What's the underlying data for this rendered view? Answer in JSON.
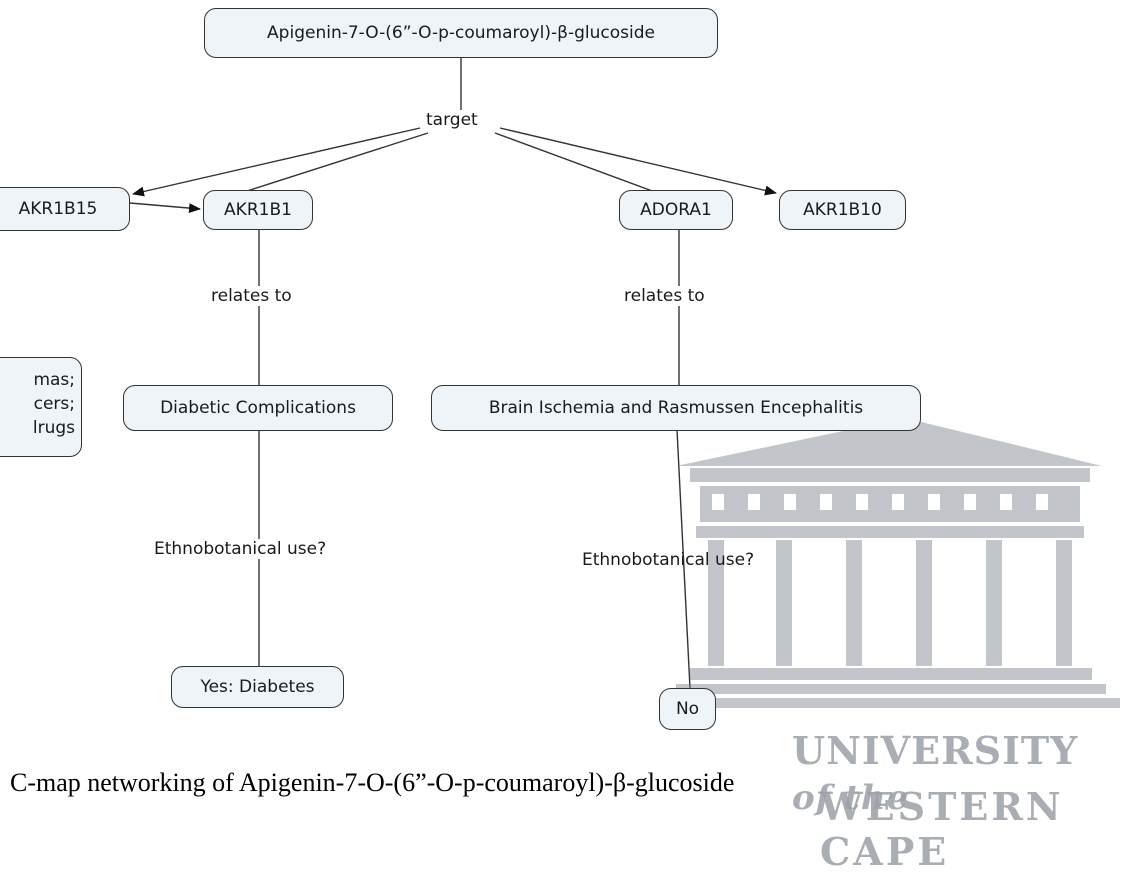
{
  "nodes": {
    "root": "Apigenin-7-O-(6”-O-p-coumaroyl)-β-glucoside",
    "akr1b15": "AKR1B15",
    "akr1b1": "AKR1B1",
    "adora1": "ADORA1",
    "akr1b10": "AKR1B10",
    "partial_lines": [
      "mas;",
      "cers;",
      "lrugs"
    ],
    "diabetic": "Diabetic Complications",
    "brain_bold": "Brain Ischemia",
    "brain_and": " and ",
    "brain_rest": "Rasmussen Encephalitis",
    "yes_diabetes": "Yes: Diabetes",
    "no": "No"
  },
  "links": {
    "target": "target",
    "relates_left": "relates to",
    "relates_right": "relates to",
    "ethno_left": "Ethnobotanical use?",
    "ethno_right": "Ethnobotanical use?"
  },
  "caption": "C-map networking of Apigenin-7-O-(6”-O-p-coumaroyl)-β-glucoside",
  "watermark": {
    "line1_main": "UNIVERSITY ",
    "line1_italic": "of the",
    "line2": "WESTERN CAPE"
  },
  "colors": {
    "node_fill": "#eef4f8",
    "stroke": "#333333",
    "watermark": "#9aa0a6"
  }
}
